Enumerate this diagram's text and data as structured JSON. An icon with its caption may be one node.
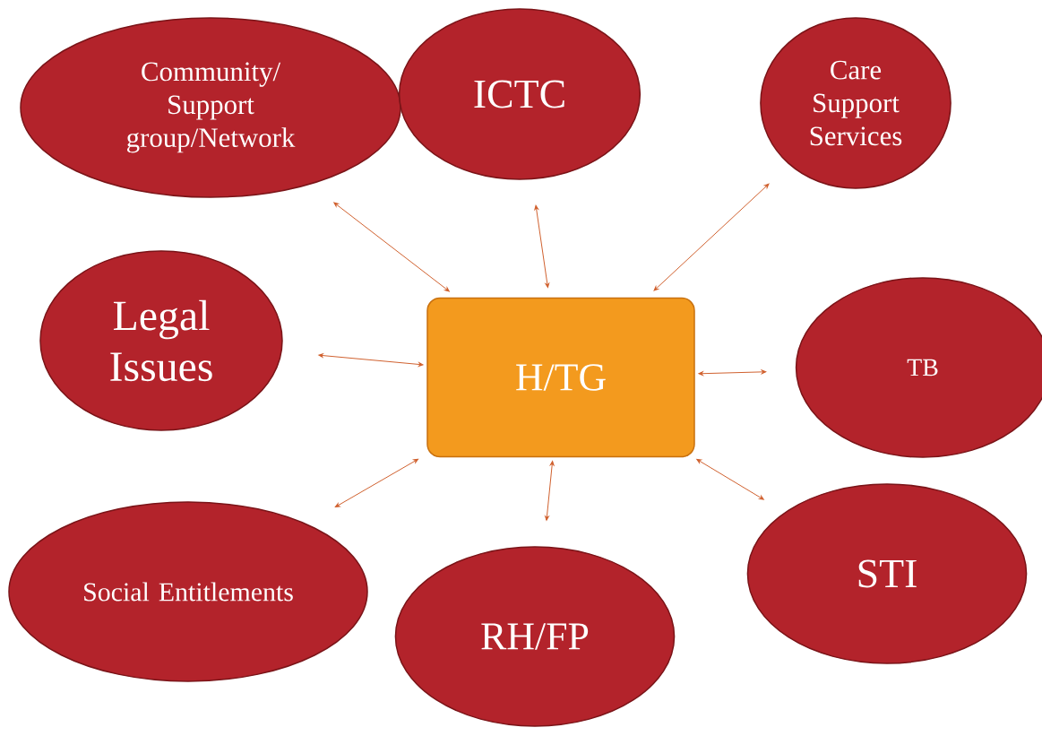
{
  "diagram": {
    "nodes": [
      {
        "text": [
          "Community/ Support group/Network"
        ]
      },
      {
        "text": [
          "ICTC"
        ]
      },
      {
        "text": [
          "Care Support Services"
        ]
      },
      {
        "text": [
          "Legal Issues"
        ]
      },
      {
        "text": [
          "H/TG"
        ]
      },
      {
        "text": [
          "TB"
        ]
      },
      {
        "text": [
          "Social Entitlements"
        ]
      },
      {
        "text": [
          "RH/FP"
        ]
      },
      {
        "text": [
          "STI"
        ]
      }
    ],
    "edges": [
      {
        "from": 4,
        "to": 0,
        "arrow": "both"
      },
      {
        "from": 4,
        "to": 1,
        "arrow": "both"
      },
      {
        "from": 4,
        "to": 2,
        "arrow": "both"
      },
      {
        "from": 4,
        "to": 3,
        "arrow": "both"
      },
      {
        "from": 4,
        "to": 5,
        "arrow": "both"
      },
      {
        "from": 4,
        "to": 6,
        "arrow": "both"
      },
      {
        "from": 4,
        "to": 7,
        "arrow": "both"
      },
      {
        "from": 4,
        "to": 8,
        "arrow": "both"
      }
    ]
  }
}
